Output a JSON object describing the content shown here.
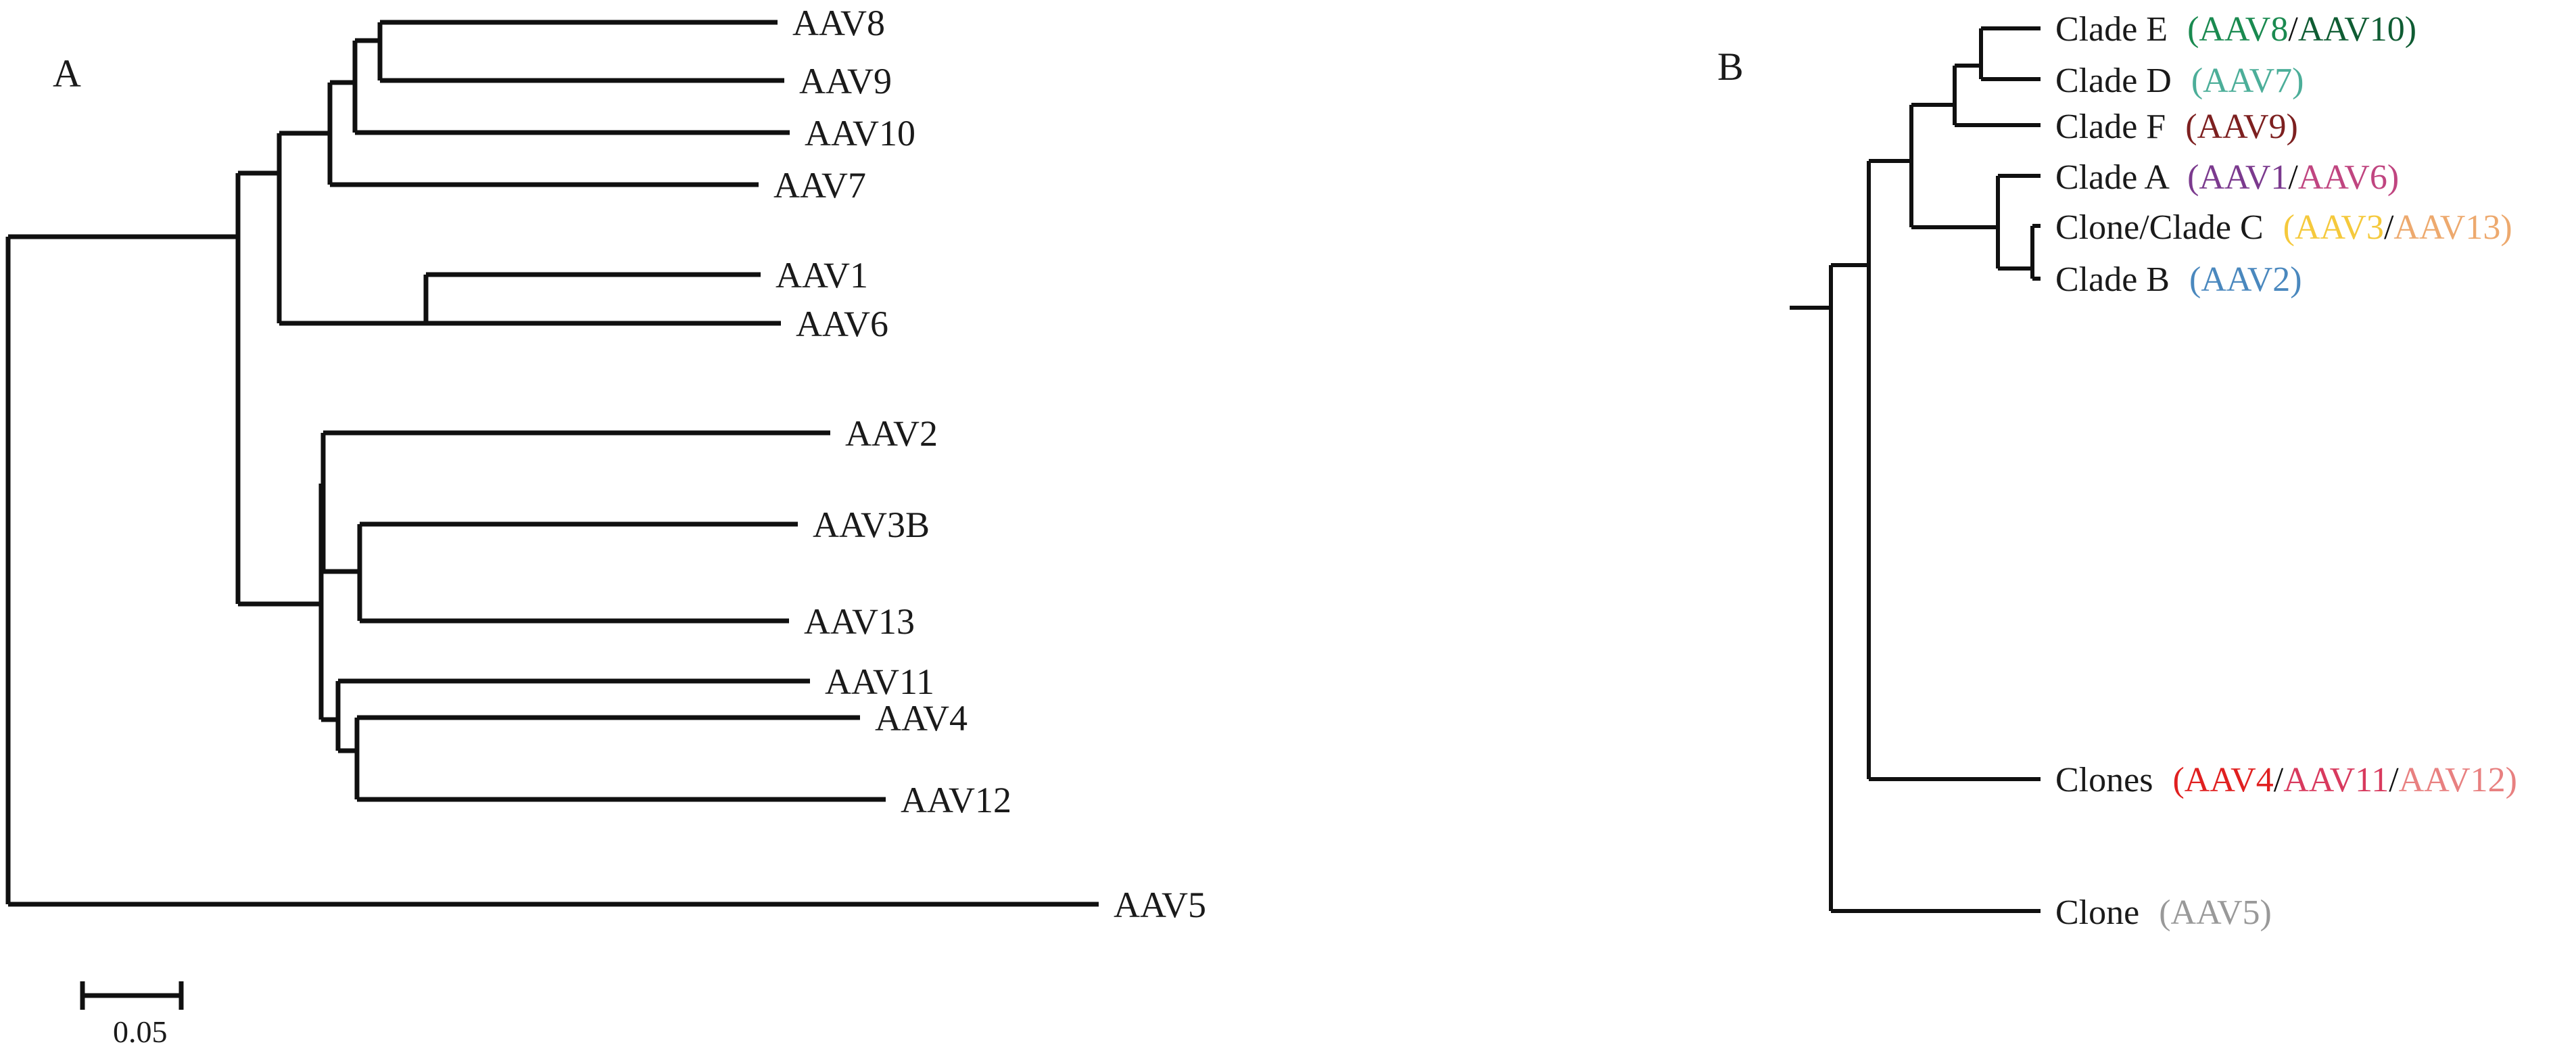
{
  "figure": {
    "background": "#ffffff",
    "line_color": "#101010"
  },
  "panelA": {
    "label": "A",
    "scale_bar": {
      "label": "0.05"
    },
    "tips": [
      {
        "id": "aav8",
        "label": "AAV8"
      },
      {
        "id": "aav9",
        "label": "AAV9"
      },
      {
        "id": "aav10",
        "label": "AAV10"
      },
      {
        "id": "aav7",
        "label": "AAV7"
      },
      {
        "id": "aav1",
        "label": "AAV1"
      },
      {
        "id": "aav6",
        "label": "AAV6"
      },
      {
        "id": "aav2",
        "label": "AAV2"
      },
      {
        "id": "aav3b",
        "label": "AAV3B"
      },
      {
        "id": "aav13",
        "label": "AAV13"
      },
      {
        "id": "aav11",
        "label": "AAV11"
      },
      {
        "id": "aav4",
        "label": "AAV4"
      },
      {
        "id": "aav12",
        "label": "AAV12"
      },
      {
        "id": "aav5",
        "label": "AAV5"
      }
    ]
  },
  "panelB": {
    "label": "B",
    "rows": [
      {
        "id": "clade-e",
        "name": "Clade E",
        "open_paren": "(",
        "close_paren": ")",
        "members": [
          {
            "text": "AAV8",
            "color": "#1a8a50"
          },
          {
            "sep": "/"
          },
          {
            "text": "AAV10",
            "color": "#0f5c33"
          }
        ]
      },
      {
        "id": "clade-d",
        "name": "Clade D",
        "open_paren": "(",
        "close_paren": ")",
        "members": [
          {
            "text": "AAV7",
            "color": "#4cae99"
          }
        ]
      },
      {
        "id": "clade-f",
        "name": "Clade F",
        "open_paren": "(",
        "close_paren": ")",
        "members": [
          {
            "text": "AAV9",
            "color": "#7d2020"
          }
        ]
      },
      {
        "id": "clade-a",
        "name": "Clade A",
        "open_paren": "(",
        "close_paren": ")",
        "members": [
          {
            "text": "AAV1",
            "color": "#7b3a8e"
          },
          {
            "sep": "/"
          },
          {
            "text": "AAV6",
            "color": "#c04580"
          }
        ]
      },
      {
        "id": "clone-clade-c",
        "name": "Clone/Clade C",
        "open_paren": "(",
        "close_paren": ")",
        "members": [
          {
            "text": "AAV3",
            "color": "#f5c93c"
          },
          {
            "sep": "/"
          },
          {
            "text": "AAV13",
            "color": "#eda96e"
          }
        ]
      },
      {
        "id": "clade-b",
        "name": "Clade B",
        "open_paren": "(",
        "close_paren": ")",
        "members": [
          {
            "text": "AAV2",
            "color": "#4a88be"
          }
        ]
      },
      {
        "id": "clones",
        "name": "Clones",
        "open_paren": "(",
        "close_paren": ")",
        "members": [
          {
            "text": "AAV4",
            "color": "#e02020"
          },
          {
            "sep": "/"
          },
          {
            "text": "AAV11",
            "color": "#d83a5e"
          },
          {
            "sep": "/"
          },
          {
            "text": "AAV12",
            "color": "#e88080"
          }
        ]
      },
      {
        "id": "clone",
        "name": "Clone",
        "open_paren": "(",
        "close_paren": ")",
        "members": [
          {
            "text": "AAV5",
            "color": "#999999"
          }
        ]
      }
    ]
  },
  "chart_data": {
    "type": "tree",
    "title": "",
    "panels": [
      {
        "panel": "A",
        "kind": "phylogram",
        "scale_bar_value": 0.05,
        "tip_order": [
          "AAV8",
          "AAV9",
          "AAV10",
          "AAV7",
          "AAV1",
          "AAV6",
          "AAV2",
          "AAV3B",
          "AAV13",
          "AAV11",
          "AAV4",
          "AAV12",
          "AAV5"
        ],
        "newick": "(((((AAV8,AAV9),AAV10),AAV7),(AAV1,AAV6)),((AAV2,(AAV3B,AAV13)),(AAV11,(AAV4,AAV12))),AAV5);"
      },
      {
        "panel": "B",
        "kind": "cladogram",
        "tip_order": [
          "Clade E",
          "Clade D",
          "Clade F",
          "Clade A",
          "Clone/Clade C",
          "Clade B",
          "Clones",
          "Clone"
        ],
        "newick": "((((CladeE,CladeD),CladeF),((CladeA,(Clone/CladeC,CladeB))),Clones),Clone);"
      }
    ]
  }
}
